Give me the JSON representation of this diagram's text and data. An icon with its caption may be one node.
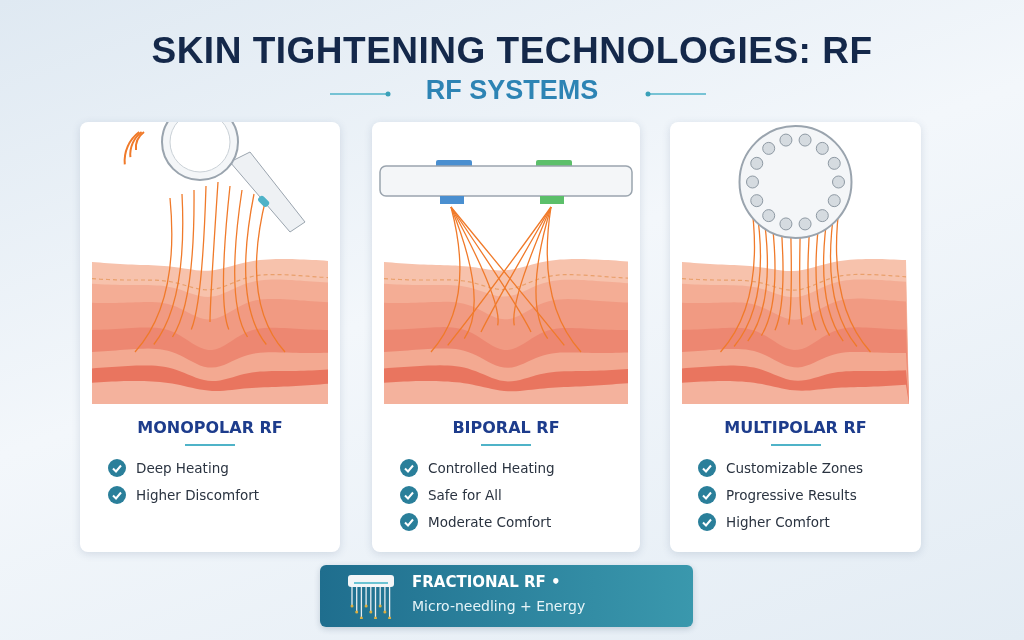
{
  "diagram": {
    "title": "SKIN TIGHTENING TECHNOLOGIES: RF",
    "nodes": [
      {
        "text": [
          "MONOPOLAR RF",
          "Deep Heating",
          "Higher Discomfort"
        ]
      },
      {
        "text": [
          "BIPORAL RF",
          "Controlled Heating",
          "Safe for All",
          "Moderate Comfort"
        ]
      },
      {
        "text": [
          "MULTIPOLAR RF",
          "Customizable Zones",
          "Progressive Results",
          "Higher Comfort"
        ]
      },
      {
        "text": [
          "FRACTIONAL RF •",
          "Micro-needling + Energy"
        ]
      }
    ],
    "edges": [],
    "labels": [
      "RF SYSTEMS"
    ]
  }
}
